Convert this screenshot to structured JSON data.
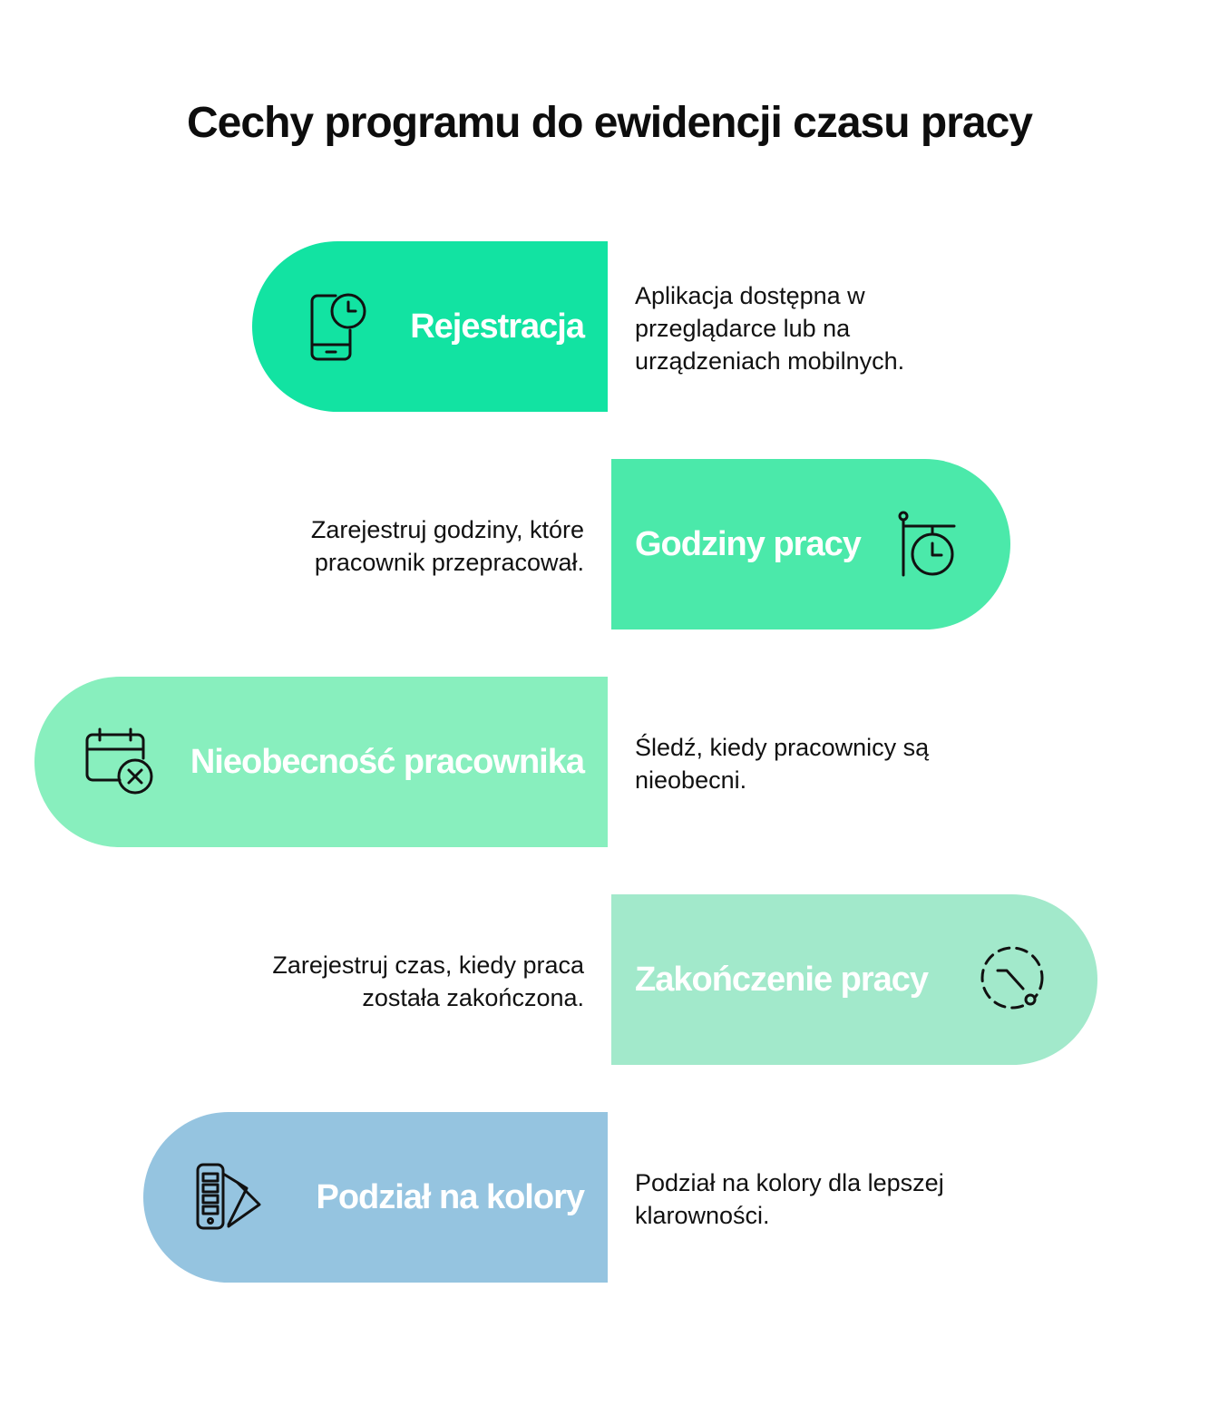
{
  "title": "Cechy programu do ewidencji czasu pracy",
  "features": [
    {
      "label": "Rejestracja",
      "description": "Aplikacja dostępna w przeglądarce lub na urządzeniach mobilnych.",
      "color": "#12e3a2",
      "icon": "smartphone-clock-icon"
    },
    {
      "label": "Godziny pracy",
      "description": "Zarejestruj godziny, które pracownik przepracował.",
      "color": "#4be9aa",
      "icon": "clock-pin-icon"
    },
    {
      "label": "Nieobecność pracownika",
      "description": "Śledź, kiedy pracownicy są nieobecni.",
      "color": "#88efbe",
      "icon": "calendar-cancel-icon"
    },
    {
      "label": "Zakończenie pracy",
      "description": "Zarejestruj czas, kiedy praca została zakończona.",
      "color": "#a2e9cb",
      "icon": "dashed-clock-icon"
    },
    {
      "label": "Podział na kolory",
      "description": "Podział na kolory dla lepszej klarowności.",
      "color": "#95c4e0",
      "icon": "color-palette-icon"
    }
  ]
}
